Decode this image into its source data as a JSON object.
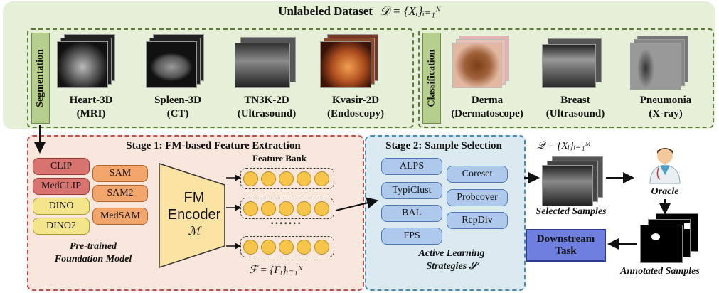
{
  "top": {
    "title": "Unlabeled Dataset",
    "formula": "𝒟 = {Xᵢ}ᵢ₌₁ᴺ"
  },
  "segmentation": {
    "label": "Segmentation",
    "items": [
      {
        "name": "Heart-3D",
        "modality": "(MRI)"
      },
      {
        "name": "Spleen-3D",
        "modality": "(CT)"
      },
      {
        "name": "TN3K-2D",
        "modality": "(Ultrasound)"
      },
      {
        "name": "Kvasir-2D",
        "modality": "(Endoscopy)"
      }
    ]
  },
  "classification": {
    "label": "Classification",
    "items": [
      {
        "name": "Derma",
        "modality": "(Dermatoscope)"
      },
      {
        "name": "Breast",
        "modality": "(Ultrasound)"
      },
      {
        "name": "Pneumonia",
        "modality": "(X-ray)"
      }
    ]
  },
  "stage1": {
    "title": "Stage 1: FM-based Feature Extraction",
    "models_col1": [
      "CLIP",
      "MedCLIP",
      "DINO",
      "DINO2"
    ],
    "models_col2": [
      "SAM",
      "SAM2",
      "MedSAM"
    ],
    "pretrained_line1": "Pre-trained",
    "pretrained_line2": "Foundation Model",
    "encoder_line1": "FM",
    "encoder_line2": "Encoder",
    "encoder_symbol": "ℳ",
    "bank_title": "Feature Bank",
    "bank_ellipsis": "·······",
    "bank_formula": "ℱ = {Fᵢ}ᵢ₌₁ᴺ"
  },
  "stage2": {
    "title": "Stage 2: Sample Selection",
    "col1": [
      "ALPS",
      "TypiClust",
      "BAL",
      "FPS"
    ],
    "col2": [
      "Coreset",
      "Probcover",
      "RepDiv"
    ],
    "strategies_line1": "Active Learning",
    "strategies_line2": "Strategies 𝒮"
  },
  "right": {
    "q_formula": "𝒬 = {Xᵢ}ᵢ₌₁ᴹ",
    "selected_label": "Selected Samples",
    "oracle_label": "Oracle",
    "downstream_label": "Downstream Task",
    "annotated_label": "Annotated Samples"
  },
  "colors": {
    "top_panel": "#e6efd8",
    "stage1_bg": "#f9e6dc",
    "stage2_bg": "#dbeaf1",
    "downstream": "#6e7fe0"
  }
}
